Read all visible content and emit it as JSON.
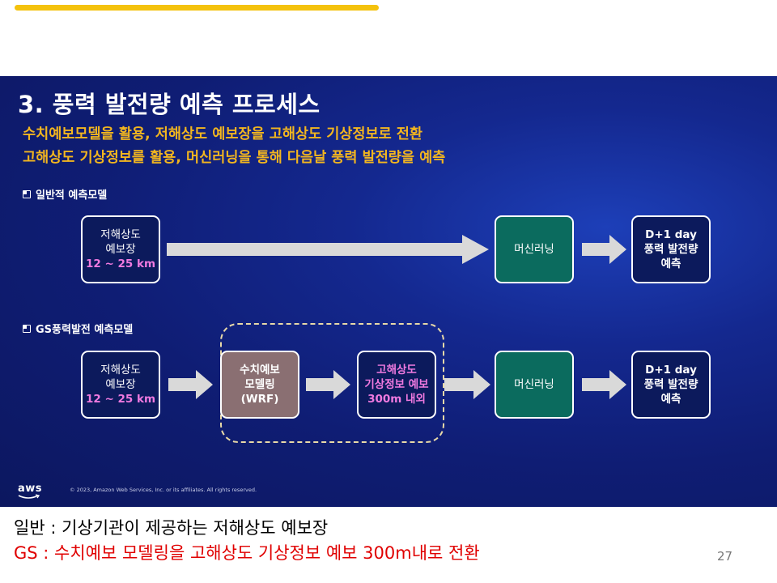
{
  "title": "3. 풍력 발전량 예측 프로세스",
  "subtitle_line1": "수치예보모델을 활용, 저해상도 예보장을 고해상도 기상정보로 전환",
  "subtitle_line2": "고해상도 기상정보를 활용, 머신러닝을 통해 다음날 풍력 발전량을 예측",
  "section1": {
    "label": "일반적 예측모델",
    "input_box": {
      "line1": "저해상도",
      "line2": "예보장",
      "line3": "12 ~ 25 km"
    },
    "ml_box": "머신러닝",
    "output_box": {
      "line1": "D+1 day",
      "line2": "풍력 발전량",
      "line3": "예측"
    }
  },
  "section2": {
    "label": "GS풍력발전 예측모델",
    "input_box": {
      "line1": "저해상도",
      "line2": "예보장",
      "line3": "12 ~ 25 km"
    },
    "nwp_box": {
      "line1": "수치예보",
      "line2": "모델링",
      "line3": "(WRF)"
    },
    "hires_box": {
      "line1": "고해상도",
      "line2": "기상정보 예보",
      "line3": "300m 내외"
    },
    "ml_box": "머신러닝",
    "output_box": {
      "line1": "D+1 day",
      "line2": "풍력 발전량",
      "line3": "예측"
    }
  },
  "footer": {
    "logo": "aws",
    "copyright": "© 2023, Amazon Web Services, Inc. or its affiliates. All rights reserved."
  },
  "notes": {
    "line1": "일반 : 기상기관이 제공하는 저해상도 예보장",
    "line2": "GS : 수치예보 모델링을 고해상도 기상정보 예보 300m내로 전환"
  },
  "page_number": "27",
  "colors": {
    "accent_bar": "#f4c20d",
    "subtitle": "#f3b61f",
    "highlight_text": "#f07ae0",
    "ml_box": "#0b6b5e",
    "nwp_box": "#8a6f72",
    "note_red": "#e00000"
  }
}
